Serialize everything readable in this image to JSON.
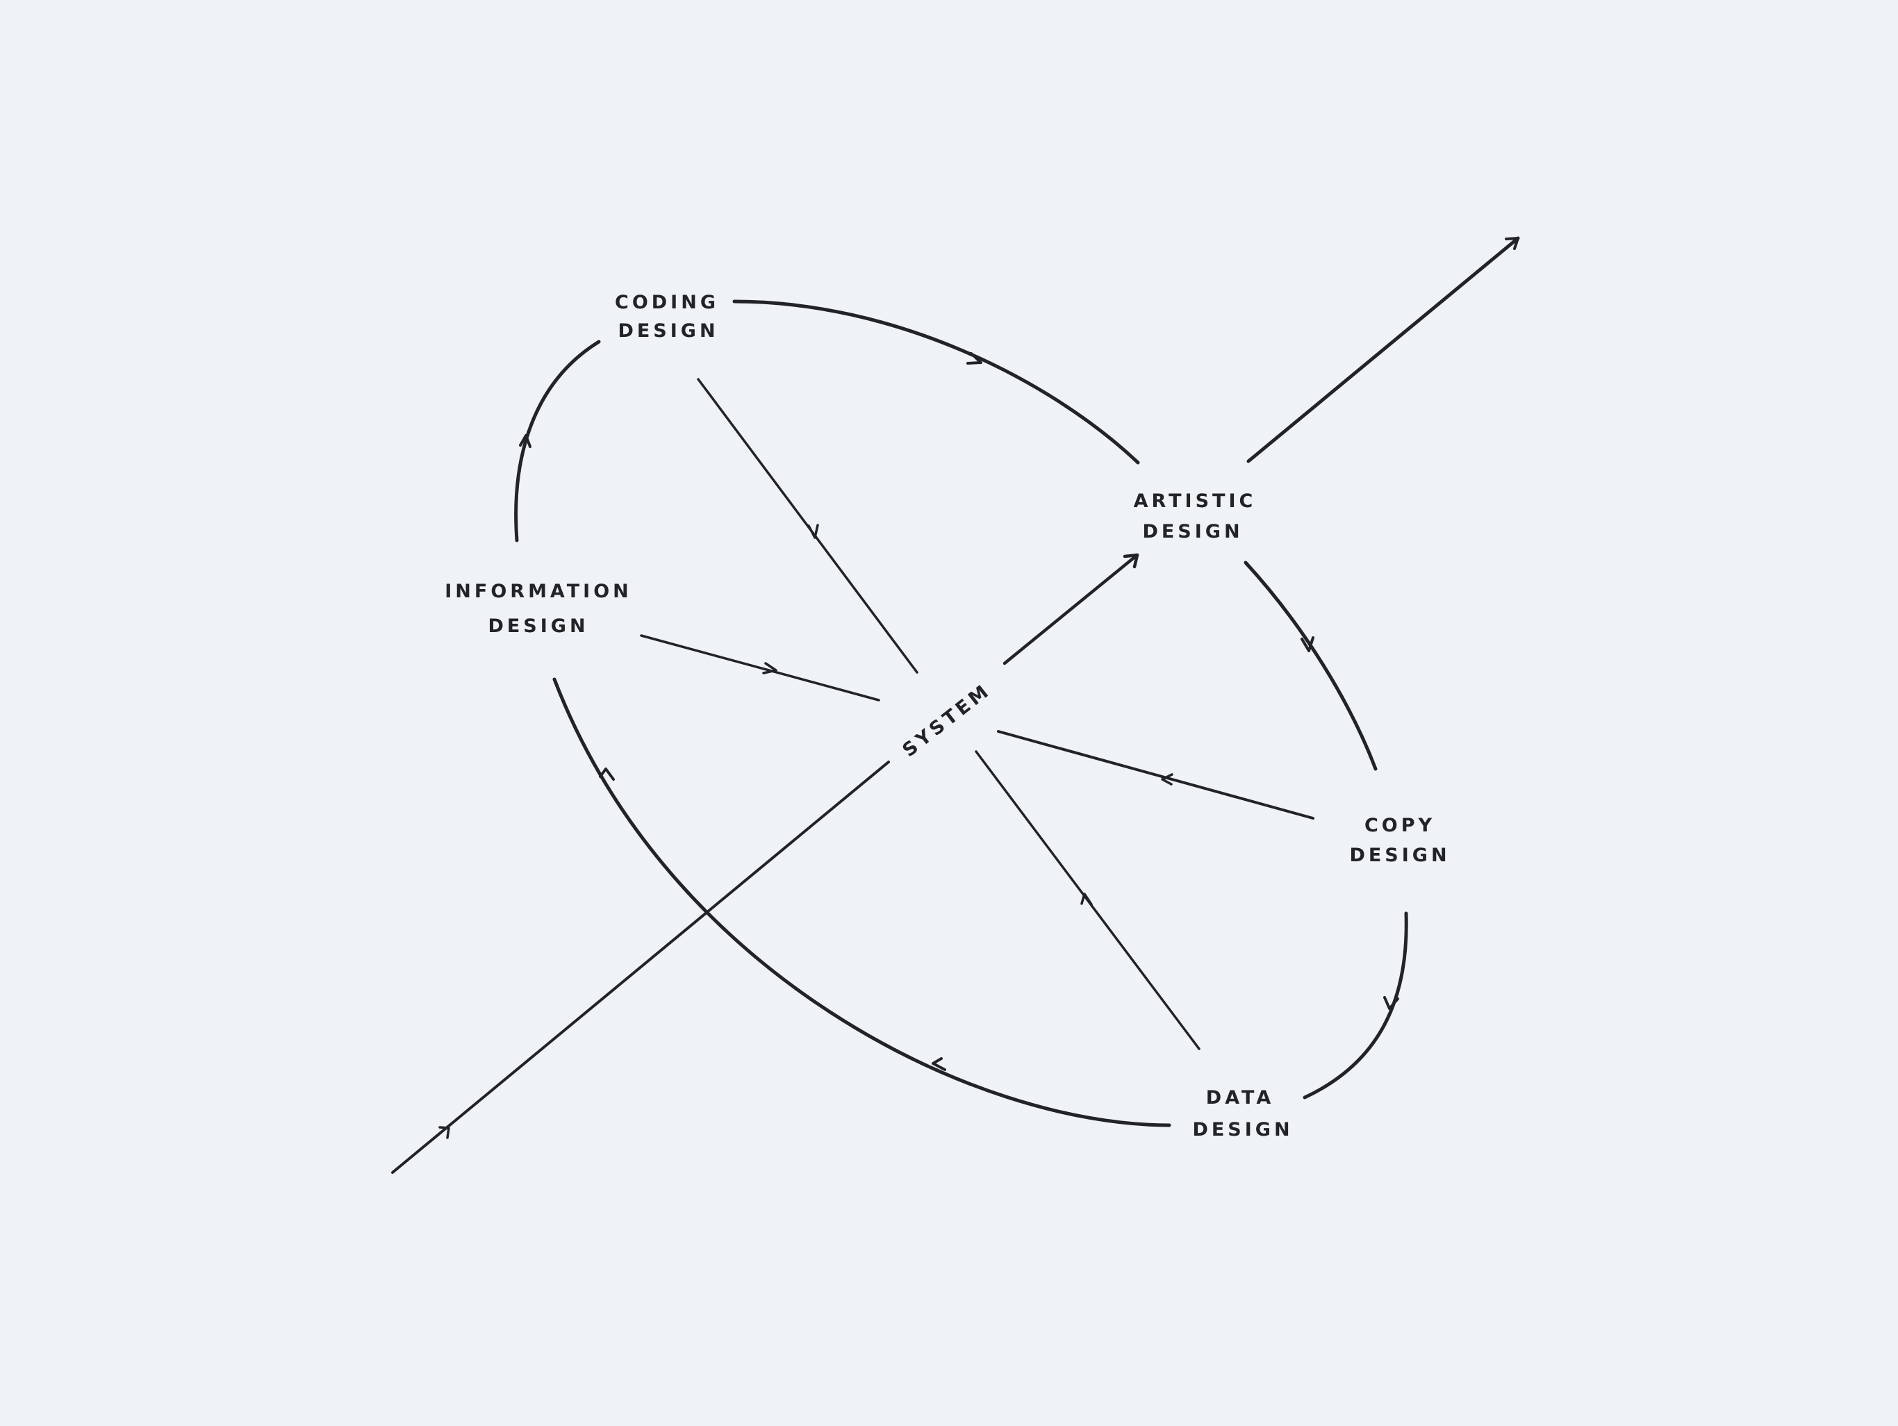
{
  "diagram": {
    "background": "#eff3f6",
    "ink": "#222326",
    "nodes": {
      "coding": {
        "line1": "CODING",
        "line2": "DESIGN"
      },
      "artistic": {
        "line1": "ARTISTIC",
        "line2": "DESIGN"
      },
      "information": {
        "line1": "INFORMATION",
        "line2": "DESIGN"
      },
      "system": {
        "label": "SYSTEM"
      },
      "copy": {
        "line1": "COPY",
        "line2": "DESIGN"
      },
      "data": {
        "line1": "DATA",
        "line2": "DESIGN"
      }
    },
    "edges": [
      {
        "from": "coding",
        "to": "artistic"
      },
      {
        "from": "artistic",
        "to": "copy"
      },
      {
        "from": "copy",
        "to": "data"
      },
      {
        "from": "data",
        "to": "information"
      },
      {
        "from": "information",
        "to": "coding"
      },
      {
        "from": "coding",
        "to": "system"
      },
      {
        "from": "information",
        "to": "system"
      },
      {
        "from": "copy",
        "to": "system"
      },
      {
        "from": "data",
        "to": "system"
      },
      {
        "from": "system",
        "to": "artistic"
      },
      {
        "from": "input",
        "to": "system"
      },
      {
        "from": "artistic",
        "to": "output"
      }
    ]
  }
}
